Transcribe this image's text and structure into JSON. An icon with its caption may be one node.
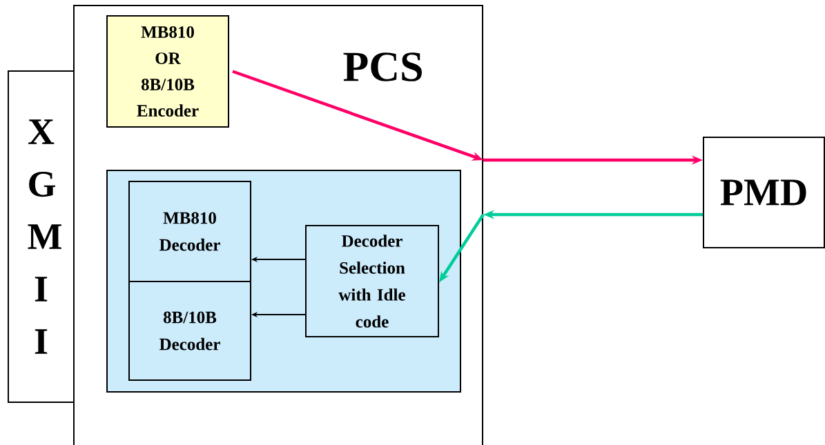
{
  "diagram": {
    "nodes": [
      {
        "text": [
          "X G M I I"
        ]
      },
      {
        "text": [
          "PCS"
        ]
      },
      {
        "text": [
          "MB810 OR 8B/10B Encoder"
        ],
        "in": 1
      },
      {
        "text": [],
        "shape": "box",
        "in": 1
      },
      {
        "text": [
          "MB810 Decoder"
        ],
        "in": 3
      },
      {
        "text": [
          "8B/10B Decoder"
        ],
        "in": 3
      },
      {
        "text": [
          "Decoder Selection with Idle code"
        ],
        "in": 3
      },
      {
        "text": [
          "PMD"
        ]
      }
    ],
    "edges": [
      {
        "from": 2,
        "to": 1,
        "arrow": "to",
        "color": "#ff0066"
      },
      {
        "from": 1,
        "to": 7,
        "arrow": "to",
        "color": "#ff0066"
      },
      {
        "from": 7,
        "to": 1,
        "arrow": "to",
        "color": "#00cc99"
      },
      {
        "from": 1,
        "to": 6,
        "arrow": "to",
        "color": "#00cc99"
      },
      {
        "from": 6,
        "to": 4,
        "arrow": "to",
        "color": "#000000"
      },
      {
        "from": 6,
        "to": 5,
        "arrow": "to",
        "color": "#000000"
      }
    ]
  }
}
